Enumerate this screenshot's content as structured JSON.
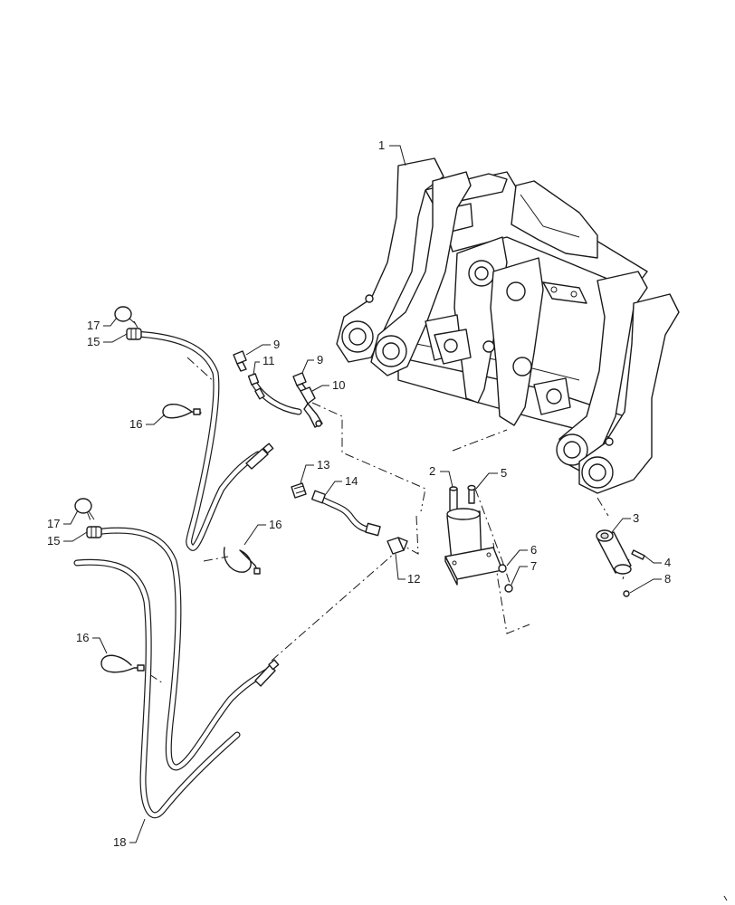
{
  "callouts": {
    "c1": "1",
    "c2": "2",
    "c3": "3",
    "c4": "4",
    "c5": "5",
    "c6": "6",
    "c7": "7",
    "c8": "8",
    "c9a": "9",
    "c9b": "9",
    "c10": "10",
    "c11": "11",
    "c12": "12",
    "c13": "13",
    "c14": "14",
    "c15a": "15",
    "c15b": "15",
    "c16a": "16",
    "c16b": "16",
    "c16c": "16",
    "c17a": "17",
    "c17b": "17",
    "c18": "18"
  }
}
